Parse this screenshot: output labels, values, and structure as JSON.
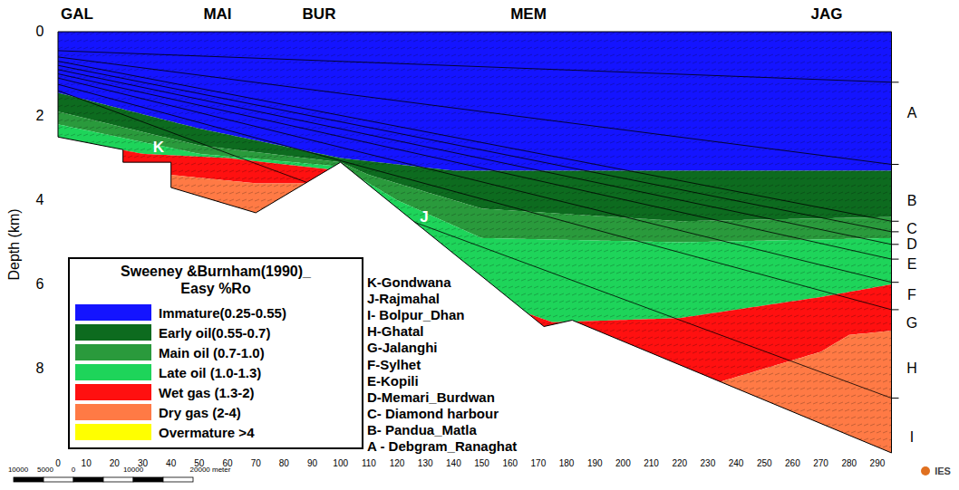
{
  "diagram": {
    "nodes": [
      {
        "text": [
          "Sweeney &Burnham(1990)_ Easy %Ro"
        ]
      }
    ],
    "labels": [
      "GAL",
      "MAI",
      "BUR",
      "MEM",
      "JAG",
      "0",
      "2",
      "4",
      "6",
      "8",
      "Depth (km)",
      "A",
      "B",
      "C",
      "D",
      "E",
      "F",
      "G",
      "H",
      "I",
      "K-Gondwana",
      "J-Rajmahal",
      "I- Bolpur_Dhan",
      "H-Ghatal",
      "G-Jalanghi",
      "F-Sylhet",
      "E-Kopili",
      "D-Memari_Burdwan",
      "C- Diamond harbour",
      "B- Pandua_Matla",
      "A - Debgram_Ranaghat",
      "K",
      "J",
      "0",
      "10",
      "20",
      "30",
      "40",
      "50",
      "60",
      "70",
      "80",
      "90",
      "100",
      "110",
      "120",
      "130",
      "140",
      "150",
      "160",
      "170",
      "180",
      "190",
      "200",
      "210",
      "220",
      "230",
      "240",
      "250",
      "260",
      "270",
      "280",
      "290",
      "10000",
      "5000",
      "0",
      "10000",
      "20000 meter",
      "IES"
    ],
    "legend": [
      {
        "text": "Immature(0.25-0.55)",
        "color": "#1414ff"
      },
      {
        "text": "Early oil(0.55-0.7)",
        "color": "#0d6b1f"
      },
      {
        "text": "Main oil (0.7-1.0)",
        "color": "#2a9a3c"
      },
      {
        "text": "Late oil (1.0-1.3)",
        "color": "#1ed45a"
      },
      {
        "text": "Wet gas (1.3-2)",
        "color": "#ff1010"
      },
      {
        "text": "Dry gas (2-4)",
        "color": "#ff7a45"
      },
      {
        "text": "Overmature >4",
        "color": "#ffff00"
      }
    ]
  }
}
